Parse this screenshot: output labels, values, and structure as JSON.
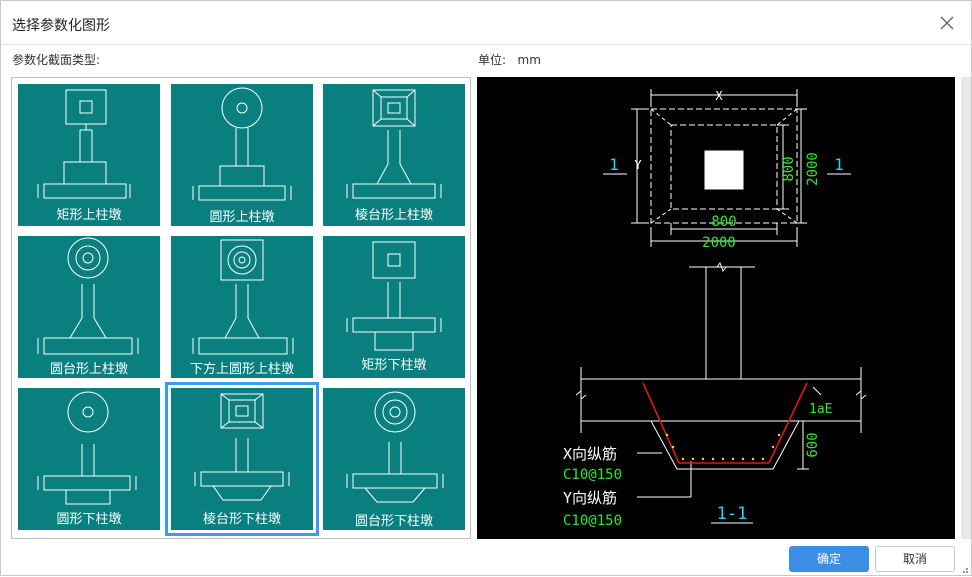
{
  "dialog": {
    "title": "选择参数化图形",
    "section_label": "参数化截面类型:",
    "unit_label": "单位:",
    "unit_value": "mm",
    "ok_label": "确定",
    "cancel_label": "取消"
  },
  "shapes": [
    {
      "label": "矩形上柱墩",
      "selected": false
    },
    {
      "label": "圆形上柱墩",
      "selected": false
    },
    {
      "label": "棱台形上柱墩",
      "selected": false
    },
    {
      "label": "圆台形上柱墩",
      "selected": false
    },
    {
      "label": "下方上圆形上柱墩",
      "selected": false
    },
    {
      "label": "矩形下柱墩",
      "selected": false
    },
    {
      "label": "圆形下柱墩",
      "selected": false
    },
    {
      "label": "棱台形下柱墩",
      "selected": true
    },
    {
      "label": "圆台形下柱墩",
      "selected": false
    }
  ],
  "preview": {
    "dim_x": "X",
    "dim_y": "Y",
    "dim_inner_w": "800",
    "dim_inner_h": "800",
    "dim_outer_w": "2000",
    "dim_outer_h": "2000",
    "section_mark_left": "1",
    "section_mark_right": "1",
    "anchor_label": "1aE",
    "depth_label": "600",
    "x_rebar_label": "X向纵筋",
    "x_rebar_value": "C10@150",
    "y_rebar_label": "Y向纵筋",
    "y_rebar_value": "C10@150",
    "section_title": "1-1"
  },
  "colors": {
    "tile": "#0a7f7f",
    "selected_border": "#3b9bf0",
    "primary": "#3a8ee6",
    "dim_green": "#2ee82e",
    "mark_cyan": "#2ad4f0",
    "rebar_red": "#e01818"
  }
}
